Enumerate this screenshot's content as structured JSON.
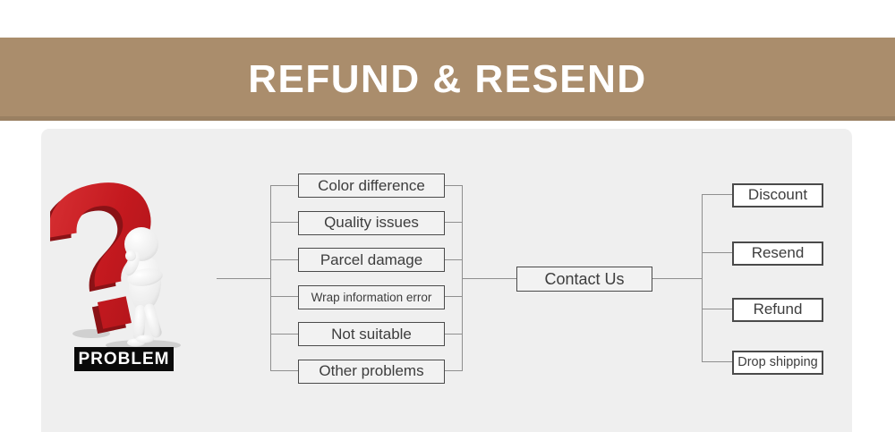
{
  "banner": {
    "title": "REFUND & RESEND"
  },
  "problem": {
    "label": "PROBLEM",
    "graphic": "red-question-mark-with-thinking-person"
  },
  "flow": {
    "problems": [
      {
        "label": "Color difference",
        "small": false
      },
      {
        "label": "Quality issues",
        "small": false
      },
      {
        "label": "Parcel damage",
        "small": false
      },
      {
        "label": "Wrap information error",
        "small": true
      },
      {
        "label": "Not suitable",
        "small": false
      },
      {
        "label": "Other problems",
        "small": false
      }
    ],
    "hub": {
      "label": "Contact Us"
    },
    "solutions": [
      {
        "label": "Discount",
        "small": false
      },
      {
        "label": "Resend",
        "small": false
      },
      {
        "label": "Refund",
        "small": false
      },
      {
        "label": "Drop shipping",
        "small": true
      }
    ]
  },
  "colors": {
    "banner_bg": "#aa8d6c",
    "panel_bg": "#efefef",
    "box_border": "#4a4a4a",
    "line": "#8f8f8f",
    "accent_red": "#c4191f",
    "accent_red_dark": "#8a1216",
    "problem_tag_bg": "#0a0a0a"
  }
}
